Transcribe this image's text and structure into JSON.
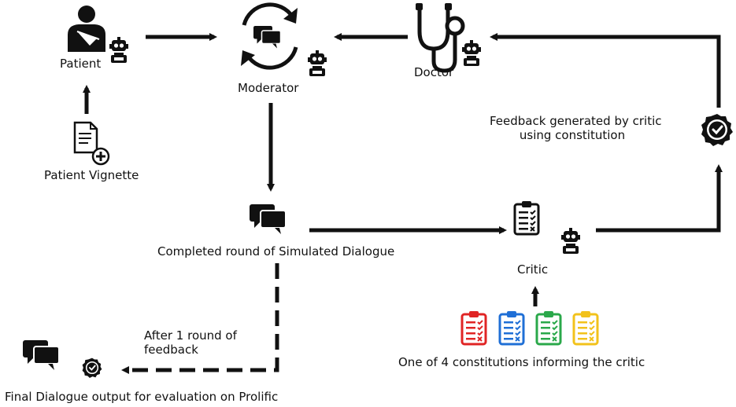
{
  "labels": {
    "patient": "Patient",
    "moderator": "Moderator",
    "doctor": "Doctor",
    "patient_vignette": "Patient Vignette",
    "feedback_line1": "Feedback generated by critic",
    "feedback_line2": "using constitution",
    "completed_round": "Completed round of Simulated Dialogue",
    "critic": "Critic",
    "after_round_line1": "After 1 round of",
    "after_round_line2": "feedback",
    "constitutions": "One of 4 constitutions informing the critic",
    "final_output": "Final Dialogue output for evaluation on Prolific"
  },
  "colors": {
    "ink": "#111111",
    "constitution_red": "#e02424",
    "constitution_blue": "#1f6fd6",
    "constitution_green": "#2aa84a",
    "constitution_yellow": "#f2c21b"
  },
  "icons": [
    "patient-icon",
    "robot-icon",
    "moderator-cycle-icon",
    "stethoscope-icon",
    "document-plus-icon",
    "checkmark-badge-icon",
    "chat-bubbles-icon",
    "clipboard-checklist-icon"
  ]
}
